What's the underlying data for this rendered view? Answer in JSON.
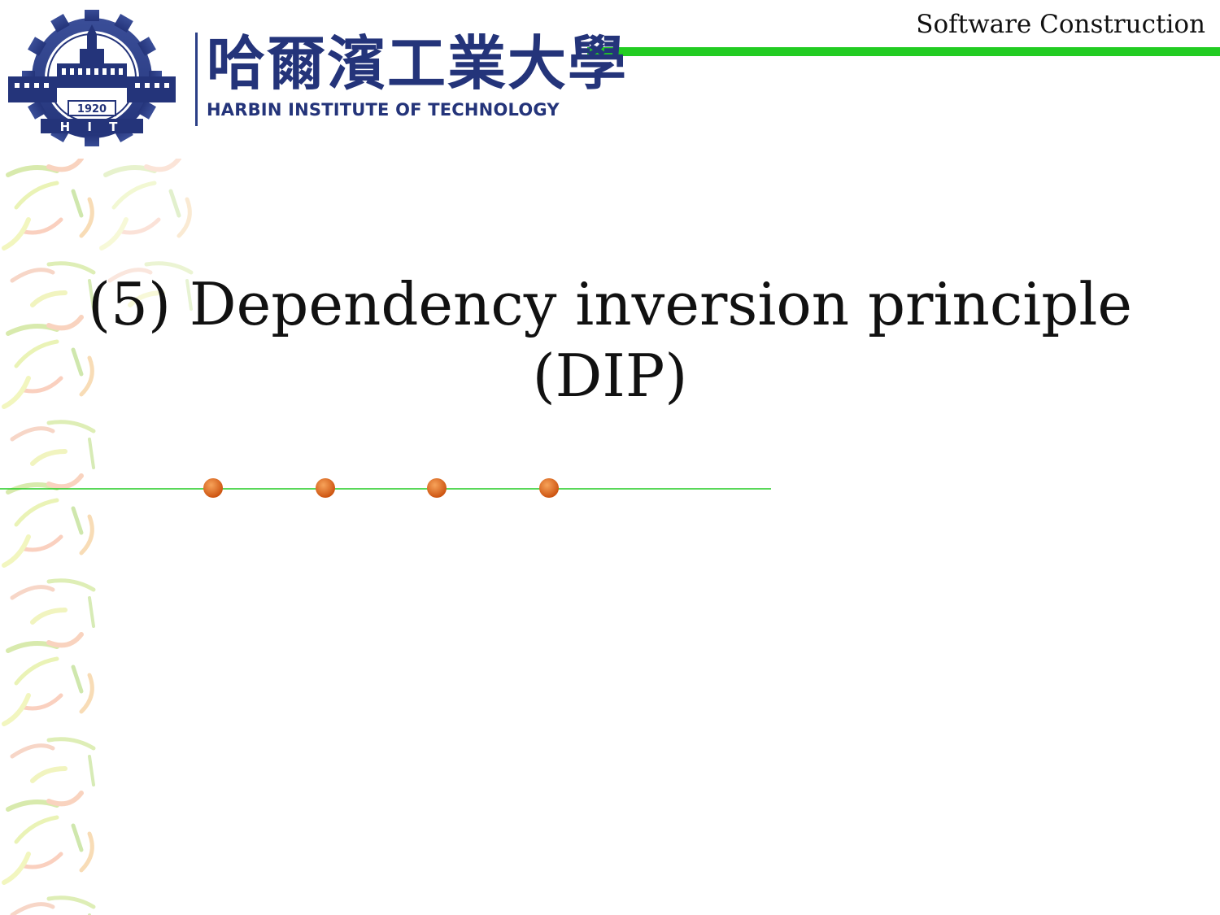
{
  "header": {
    "course_name": "Software Construction",
    "accent_color": "#22cc22"
  },
  "logo": {
    "name_cn": "哈爾濱工業大學",
    "name_en": "HARBIN INSTITUTE OF TECHNOLOGY",
    "seal_year": "1920",
    "seal_letters": "H I T",
    "color": "#24347a"
  },
  "slide": {
    "title_line1": "(5) Dependency inversion principle",
    "title_line2": "(DIP)"
  },
  "decoration": {
    "dot_color": "#e8661a",
    "line_color": "#22cc22"
  }
}
